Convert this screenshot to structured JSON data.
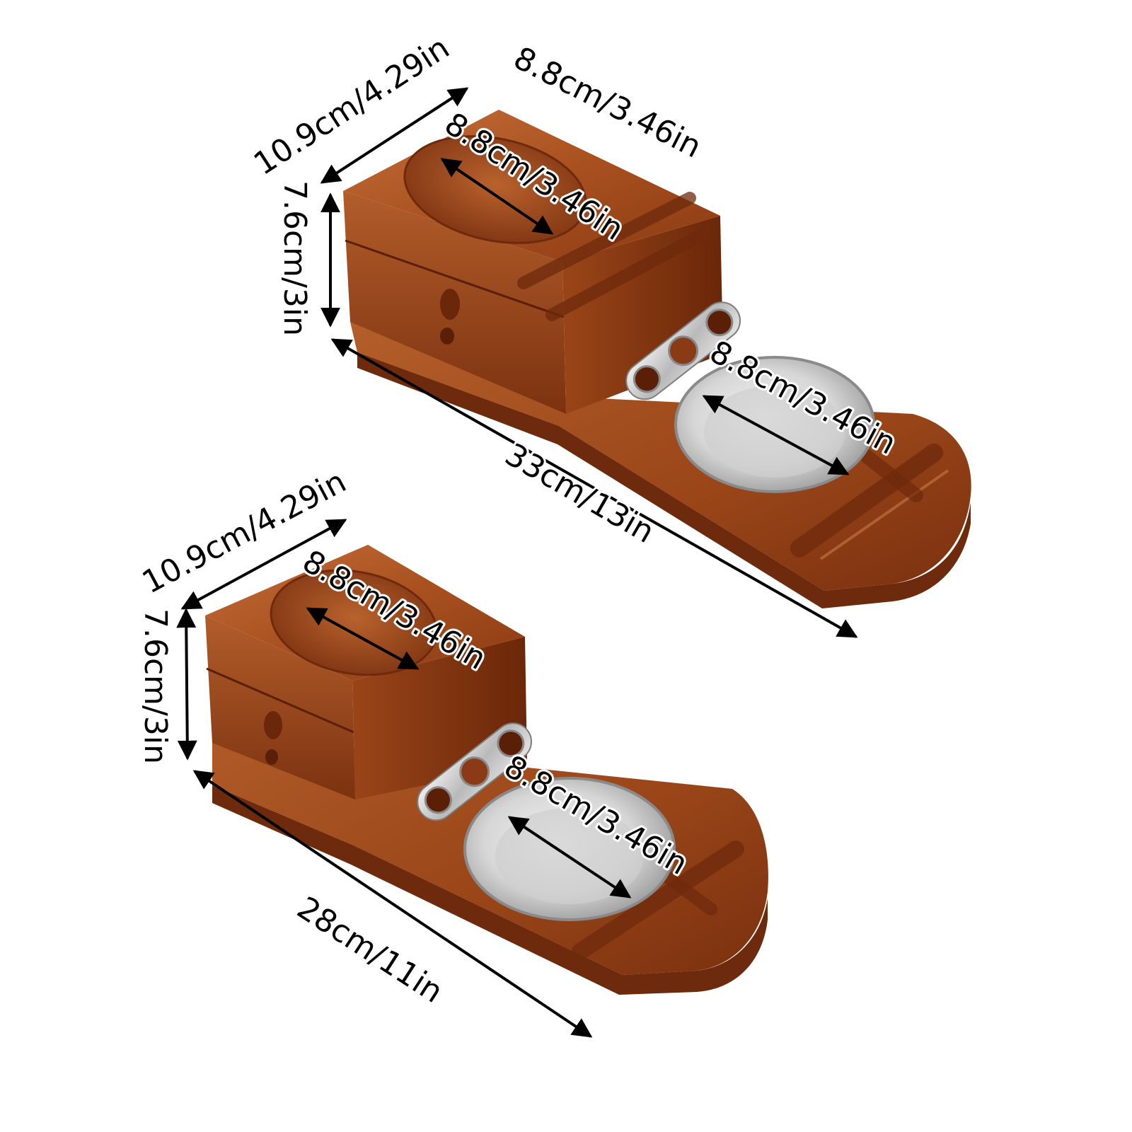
{
  "products": [
    {
      "id": "large",
      "height_label": "7.6cm/3in",
      "depth_label": "10.9cm/4.29in",
      "box_width_label": "8.8cm/3.46in",
      "top_recess_label": "8.8cm/3.46in",
      "ashtray_label": "8.8cm/3.46in",
      "length_label": "33cm/13in"
    },
    {
      "id": "small",
      "height_label": "7.6cm/3in",
      "depth_label": "10.9cm/4.29in",
      "top_recess_label": "8.8cm/3.46in",
      "ashtray_label": "8.8cm/3.46in",
      "length_label": "28cm/11in"
    }
  ],
  "colors": {
    "wood_light": "#c06a36",
    "wood_mid": "#a0481c",
    "wood_dark": "#6e2a0c",
    "steel_light": "#f0f0f0",
    "steel_dark": "#9c9c9c",
    "arrow": "#000000",
    "label_text": "#000000",
    "label_halo": "#ffffff"
  }
}
